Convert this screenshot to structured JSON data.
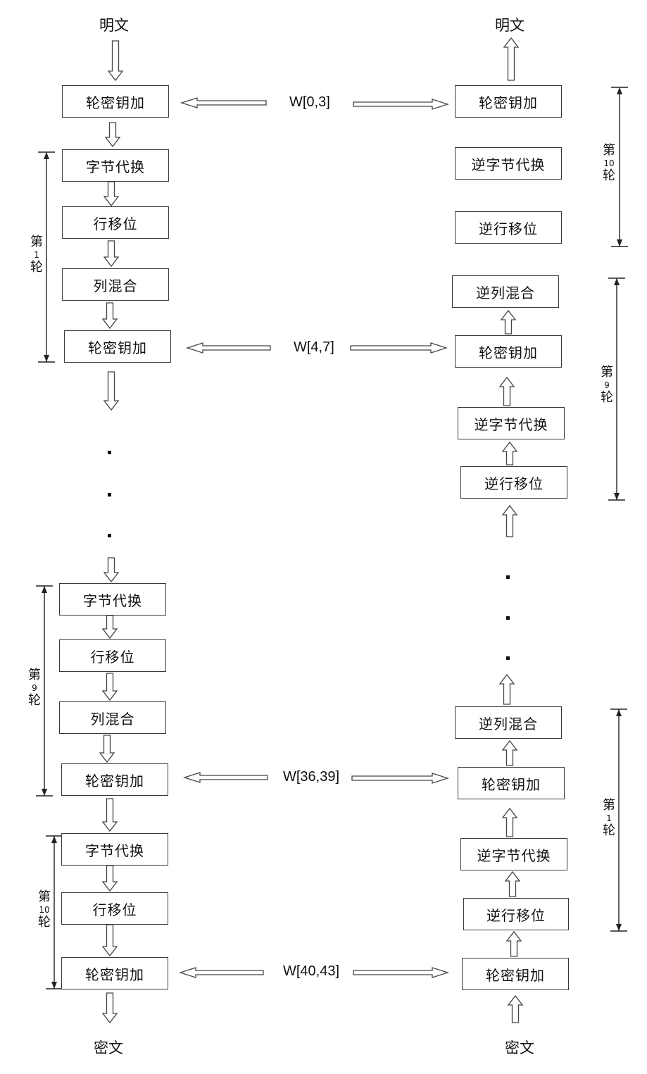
{
  "encryption": {
    "input_label": "明文",
    "output_label": "密文",
    "initial_add_round_key": "轮密钥加",
    "round_first": {
      "round_char": "第",
      "number": "1",
      "suffix": "轮",
      "steps": [
        "字节代换",
        "行移位",
        "列混合",
        "轮密钥加"
      ]
    },
    "round_middle": {
      "round_char": "第",
      "number": "9",
      "suffix": "轮",
      "steps": [
        "字节代换",
        "行移位",
        "列混合",
        "轮密钥加"
      ]
    },
    "round_last": {
      "round_char": "第",
      "number": "10",
      "suffix": "轮",
      "steps": [
        "字节代换",
        "行移位",
        "轮密钥加"
      ]
    }
  },
  "keys": [
    "W[0,3]",
    "W[4,7]",
    "W[36,39]",
    "W[40,43]"
  ],
  "decryption": {
    "input_label": "密文",
    "output_label": "明文",
    "round_top": {
      "round_char": "第",
      "number": "10",
      "suffix": "轮",
      "steps": [
        "轮密钥加",
        "逆字节代换",
        "逆行移位"
      ]
    },
    "round_upper": {
      "round_char": "第",
      "number": "9",
      "suffix": "轮",
      "steps": [
        "逆列混合",
        "轮密钥加",
        "逆字节代换",
        "逆行移位"
      ]
    },
    "round_bottom": {
      "round_char": "第",
      "number": "1",
      "suffix": "轮",
      "steps": [
        "逆列混合",
        "轮密钥加",
        "逆字节代换",
        "逆行移位"
      ]
    },
    "final_add_round_key": "轮密钥加"
  }
}
